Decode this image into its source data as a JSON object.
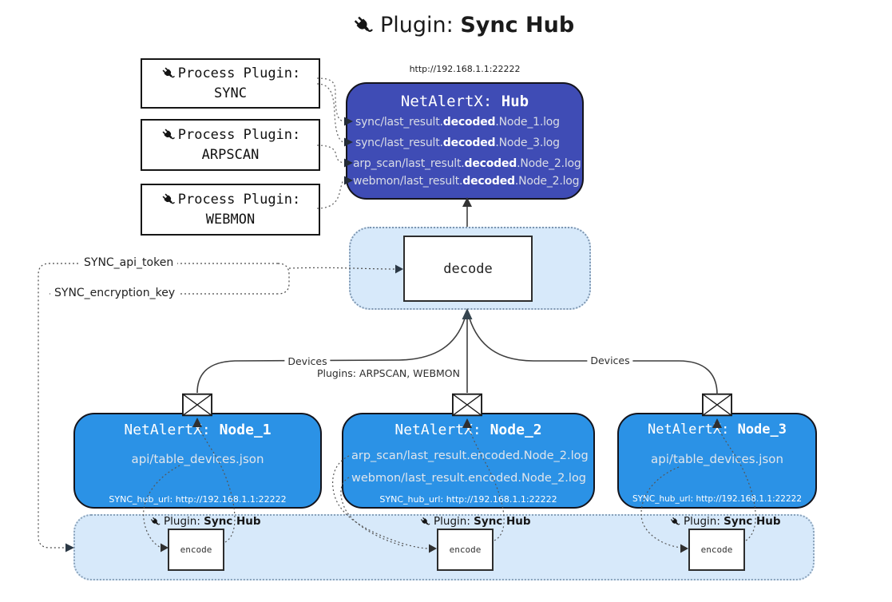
{
  "title": {
    "regular": "Plugin: ",
    "bold": "Sync Hub"
  },
  "hub": {
    "url": "http://192.168.1.1:22222",
    "title_prefix": "NetAlertX: ",
    "title_bold": "Hub",
    "lines": [
      {
        "pre": "sync/last_result.",
        "bold": "decoded",
        "post": ".Node_1.log"
      },
      {
        "pre": "sync/last_result.",
        "bold": "decoded",
        "post": ".Node_3.log"
      },
      {
        "pre": "arp_scan/last_result.",
        "bold": "decoded",
        "post": ".Node_2.log"
      },
      {
        "pre": "webmon/last_result.",
        "bold": "decoded",
        "post": ".Node_2.log"
      }
    ]
  },
  "process_plugins": [
    {
      "label": "Process Plugin:",
      "name": "SYNC"
    },
    {
      "label": "Process Plugin:",
      "name": "ARPSCAN"
    },
    {
      "label": "Process Plugin:",
      "name": "WEBMON"
    }
  ],
  "decode": {
    "label": "decode"
  },
  "tokens": {
    "api_token": "SYNC_api_token",
    "encryption_key": "SYNC_encryption_key"
  },
  "edges": {
    "devices_left": "Devices",
    "devices_right": "Devices",
    "plugins_center": "Plugins: ARPSCAN, WEBMON"
  },
  "nodes": [
    {
      "title_prefix": "NetAlertX: ",
      "title_bold": "Node_1",
      "files": [
        "api/table_devices.json"
      ],
      "hub_url": "SYNC_hub_url: http://192.168.1.1:22222"
    },
    {
      "title_prefix": "NetAlertX: ",
      "title_bold": "Node_2",
      "files": [
        "arp_scan/last_result.encoded.Node_2.log",
        "webmon/last_result.encoded.Node_2.log"
      ],
      "hub_url": "SYNC_hub_url: http://192.168.1.1:22222"
    },
    {
      "title_prefix": "NetAlertX: ",
      "title_bold": "Node_3",
      "files": [
        "api/table_devices.json"
      ],
      "hub_url": "SYNC_hub_url: http://192.168.1.1:22222"
    }
  ],
  "encode_band": {
    "plugin_label_regular": "Plugin: ",
    "plugin_label_bold": "Sync Hub",
    "encode_label": "encode"
  },
  "colors": {
    "hub_fill": "#3f4cb5",
    "node_fill": "#2b92e6",
    "band_fill": "#d7e9fa",
    "arrow_dark": "#2b3845"
  }
}
